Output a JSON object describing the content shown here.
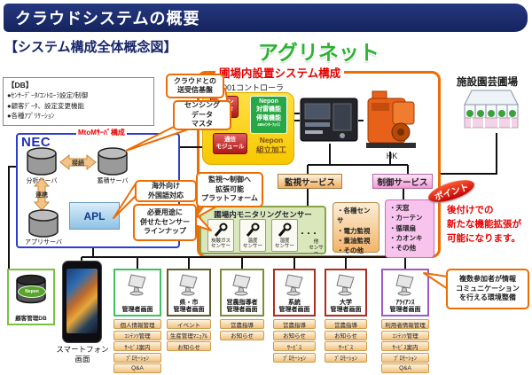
{
  "colors": {
    "accent_orange": "#ed6d05",
    "accent_red": "#e60000",
    "agrinet_green": "#2eb135",
    "banner_navy": "#15245f",
    "nec_blue": "#2b3fd0",
    "yellow_controller": "#f7c800",
    "terminal_borders": [
      "#3fbf5f",
      "#5c5c2e",
      "#7d8c3c",
      "#b02a1e",
      "#b02a1e",
      "#9b59c9"
    ]
  },
  "header": {
    "title": "クラウドシステムの概要"
  },
  "subtitle": "【システム構成全体概念図】",
  "db_box": {
    "title": "【DB】",
    "lines": "●ｾﾝｻｰﾃﾞｰﾀ/ｺﾝﾄﾛｰﾗ設定/制御\n●顧客ﾃﾞｰﾀ、設定変更機能\n●各種ｱﾌﾟﾘｹｰｼｮﾝ"
  },
  "callouts": {
    "cloud": "クラウドとの\n送受信基盤",
    "sensing": "センシング\nデータ\nマスタ",
    "overseas": "海外向け\n外国語対応",
    "lineup": "必要用途に\n併せたセンサー\nラインナップ",
    "platform": "監視～制御へ\n拡張可能\nプラットフォーム",
    "community": "複数参加者が情報\nコミュニケーション\nを行える環境整備"
  },
  "agrinet": {
    "title": "アグリネット",
    "subtitle": "圃場内設置システム構成"
  },
  "controller": {
    "label": "SG-5001コントローラ",
    "main_board": "メイン\nボード",
    "power_unit": "Nepon\n対雷機能\n停電機能",
    "power_unit_sub": "485ｲﾝﾀｰﾌｪｲｽ",
    "comm_module": "通信\nモジュール",
    "assembly": "Nepon\n組立加工",
    "hk": "HK"
  },
  "greenhouse": {
    "label": "施設園芸圃場"
  },
  "nec": {
    "logo": "NEC",
    "mtom": "MtoMｻｰﾊﾞ構成",
    "analysis": "分析サーバ",
    "storage": "蓄積サーバ",
    "app": "アプリサーバ",
    "apl": "APL",
    "connect": "接続",
    "link": "連携"
  },
  "services": {
    "monitor": "監視サービス",
    "control": "制御サービス",
    "monitor_list": "・各種センサ\n・電力監視\n・重油監視\n・その他",
    "control_list": "・天窓\n・カーテン\n・循環扇\n・カオンキ\n・その他"
  },
  "sensors": {
    "title": "圃場内モニタリングセンサー",
    "s1": "炭酸ガス\nセンサー",
    "s2": "温度\nセンサー",
    "s3": "湿度\nセンサー",
    "dots": "・・・",
    "other": "他\nセンサー"
  },
  "point": {
    "badge": "ポイント",
    "text": "後付けでの\n新たな機能拡張が\n可能になります。"
  },
  "customer_db": {
    "logo": "Nepon",
    "label": "顧客管理DB"
  },
  "smartphone": {
    "label": "スマートフォン\n画面"
  },
  "terminals": [
    {
      "label": "管理者画面",
      "border": "#3fbf5f",
      "buttons": [
        "個人情報管理",
        "ｺﾝﾃﾝﾂ管理",
        "ｻｰﾋﾞｽ案内",
        "ﾌﾟﾛﾓｰｼｮﾝ",
        "Q&A"
      ]
    },
    {
      "label": "県・市\n管理者画面",
      "border": "#5c5c2e",
      "buttons": [
        "イベント",
        "生産管理ﾏﾆｭｱﾙ",
        "お知らせ"
      ]
    },
    {
      "label": "営農指導者\n管理者画面",
      "border": "#7d8c3c",
      "buttons": [
        "営農指導",
        "お知らせ"
      ]
    },
    {
      "label": "系統\n管理者画面",
      "border": "#b02a1e",
      "buttons": [
        "営農指導",
        "お知らせ",
        "ｻｰﾋﾞｽ",
        "ﾌﾟﾛﾓｰｼｮﾝ"
      ]
    },
    {
      "label": "大学\n管理者画面",
      "border": "#b02a1e",
      "buttons": [
        "営農指導",
        "お知らせ",
        "ｻｰﾋﾞｽ",
        "ﾌﾟﾛﾓｰｼｮﾝ"
      ]
    },
    {
      "label": "ｱﾗｲｱﾝｽ\n管理者画面",
      "border": "#9b59c9",
      "buttons": [
        "利用者情報管理",
        "ｺﾝﾃﾝﾂ管理",
        "ｻｰﾋﾞｽ案内",
        "ﾌﾟﾛﾓｰｼｮﾝ",
        "Q&A"
      ]
    }
  ]
}
